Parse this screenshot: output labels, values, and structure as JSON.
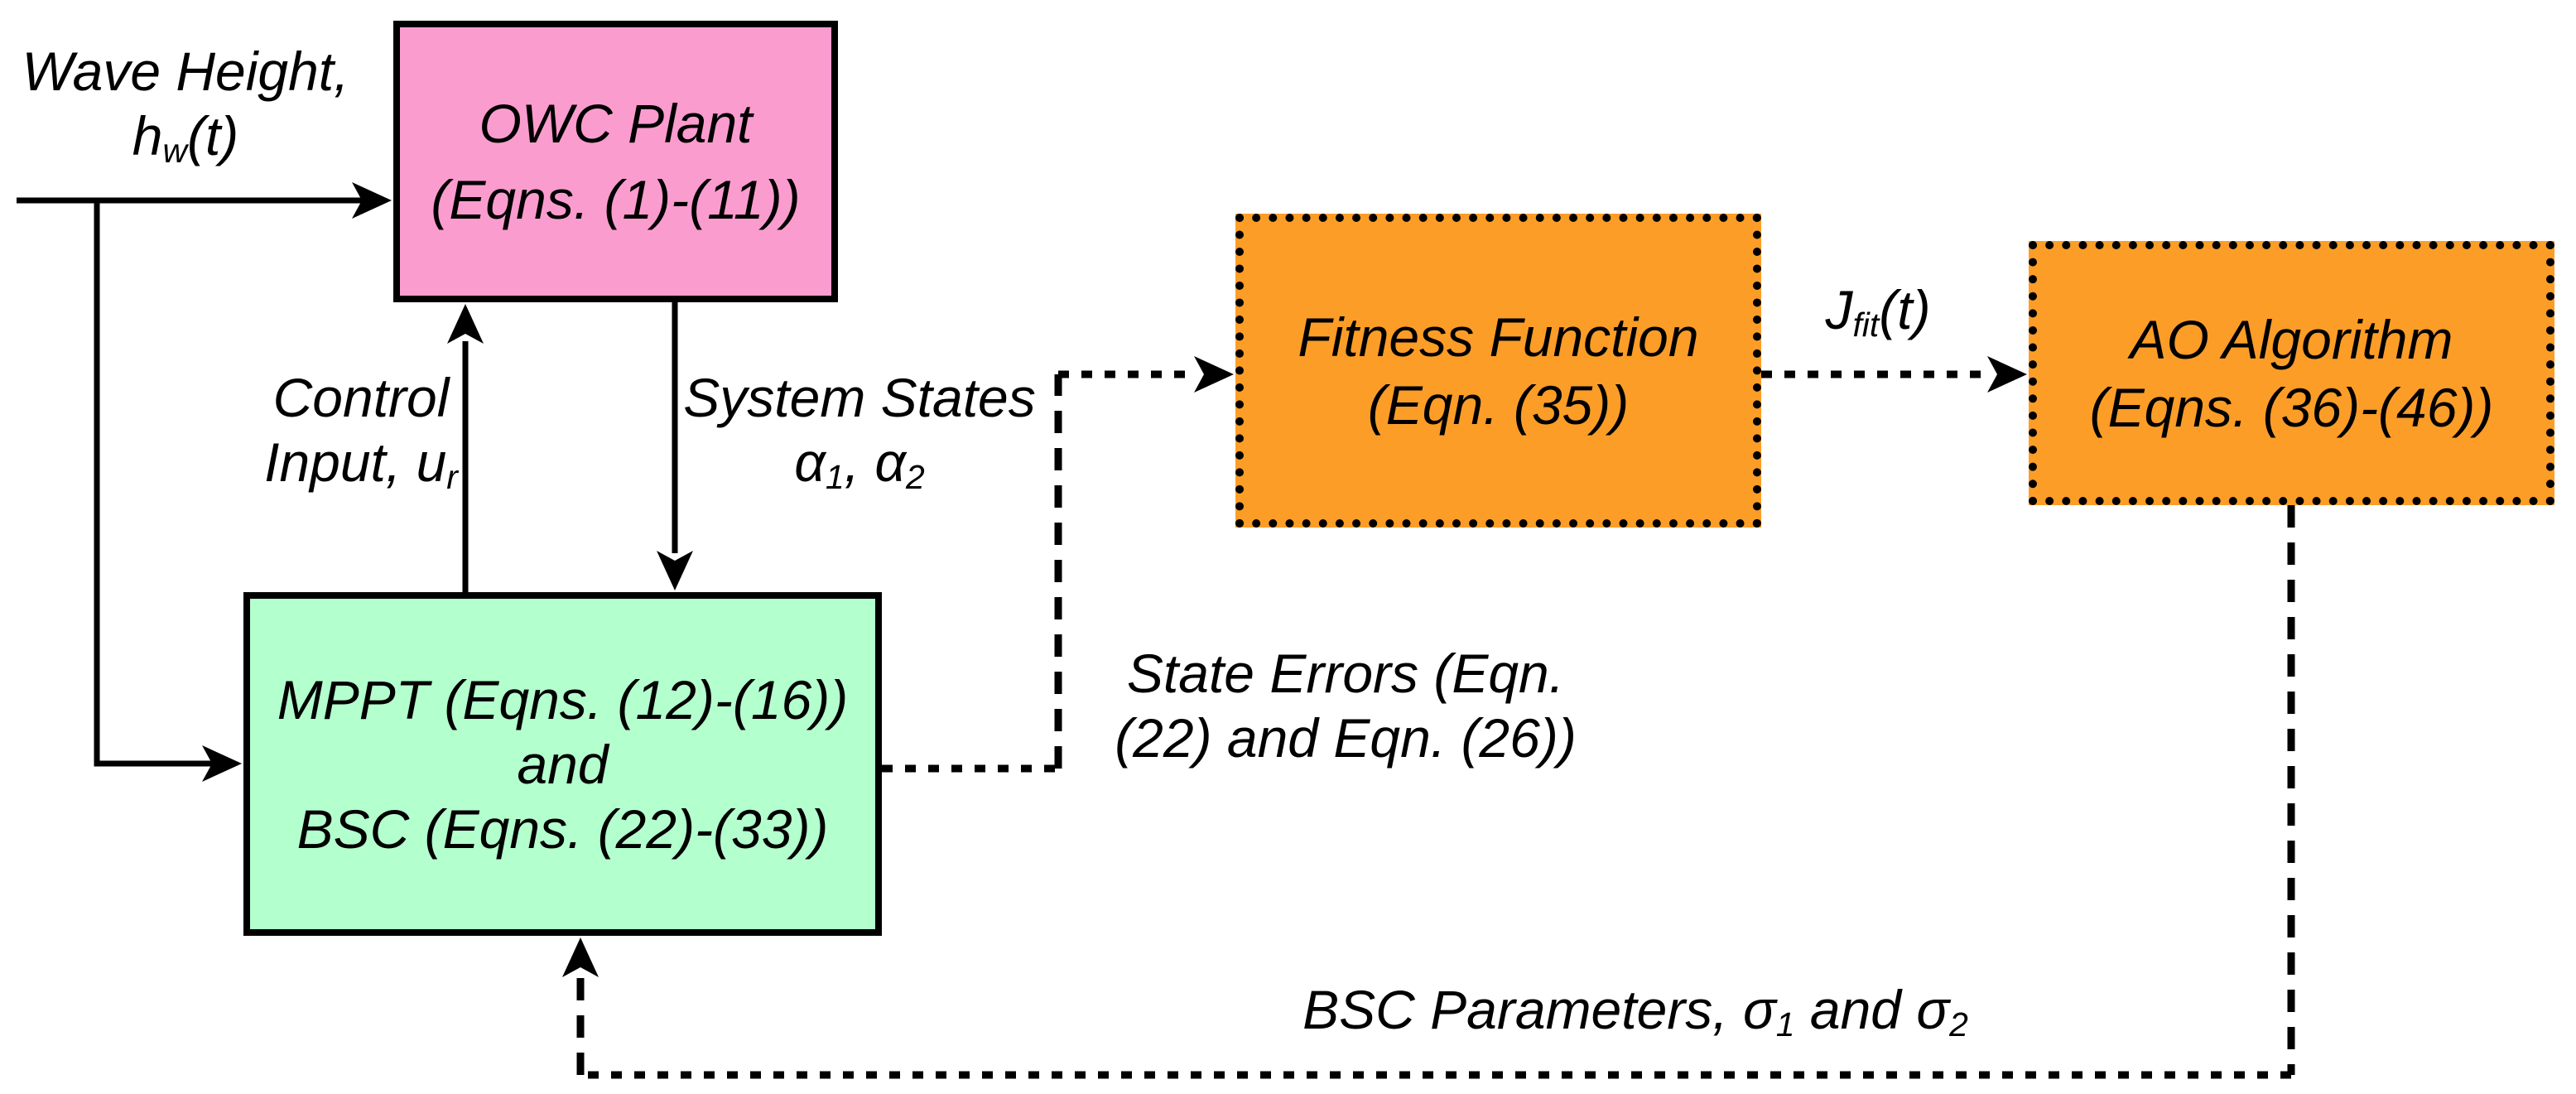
{
  "diagram": {
    "title_hint": "OWC wave-energy control optimization block diagram",
    "colors": {
      "owc_plant_fill": "#FB9CCF",
      "mppt_bsc_fill": "#B4FFCE",
      "optimizer_fill": "#FC9D27",
      "line_color": "#000000",
      "background": "#FFFFFF",
      "text_color": "#000000"
    },
    "boxes": {
      "owc": {
        "line1": "OWC Plant",
        "line2": "(Eqns. (1)-(11))"
      },
      "mppt": {
        "line1": "MPPT (Eqns. (12)-(16))",
        "line2": "and",
        "line3": "BSC (Eqns. (22)-(33))"
      },
      "fitness": {
        "line1": "Fitness Function",
        "line2": "(Eqn. (35))"
      },
      "ao": {
        "line1": "AO Algorithm",
        "line2": "(Eqns. (36)-(46))"
      }
    },
    "labels": {
      "wave": {
        "line1": "Wave Height,",
        "sym": "h",
        "sym_sub": "w",
        "sym_rest": "(t)"
      },
      "control": {
        "line1": "Control",
        "line2_main": "Input, u",
        "line2_sub": "r"
      },
      "states": {
        "line1": "System States",
        "alpha1": "α",
        "alpha1_sub": "1",
        "comma": ", ",
        "alpha2": "α",
        "alpha2_sub": "2"
      },
      "state_errors": {
        "line1": "State Errors (Eqn.",
        "line2": "(22) and Eqn. (26))"
      },
      "jfit": {
        "main": "J",
        "sub": "fit",
        "rest": "(t)"
      },
      "bsc": {
        "part1": "BSC Parameters, σ",
        "sub1": "1",
        "part2": " and σ",
        "sub2": "2"
      }
    }
  }
}
